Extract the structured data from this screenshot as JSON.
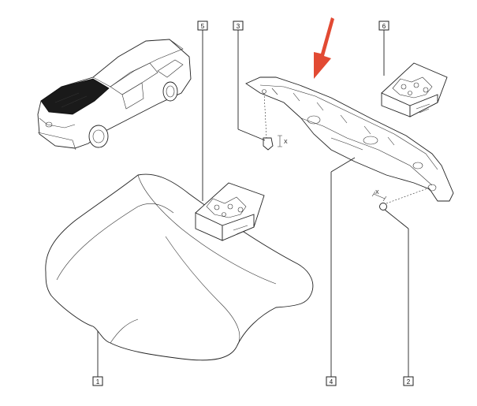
{
  "callouts": [
    {
      "label": "1"
    },
    {
      "label": "2"
    },
    {
      "label": "3"
    },
    {
      "label": "4"
    },
    {
      "label": "5"
    },
    {
      "label": "6"
    }
  ],
  "dimension_marks": {
    "clip_x": "X",
    "screw_x": "X"
  },
  "colors": {
    "arrow": "#e24a33",
    "line": "#222222",
    "background": "#ffffff"
  }
}
